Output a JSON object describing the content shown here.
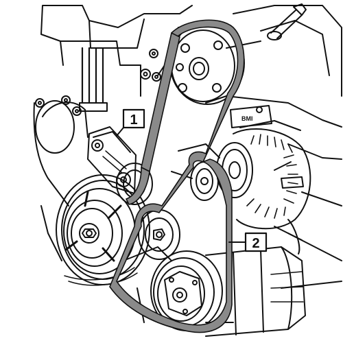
{
  "figure": {
    "callouts": [
      {
        "id": "1",
        "label": "1"
      },
      {
        "id": "2",
        "label": "2"
      }
    ],
    "engraving": {
      "label": "BMI"
    }
  },
  "colors": {
    "ink": "#111111",
    "belt": "#8a8a8a",
    "paper": "#ffffff"
  }
}
